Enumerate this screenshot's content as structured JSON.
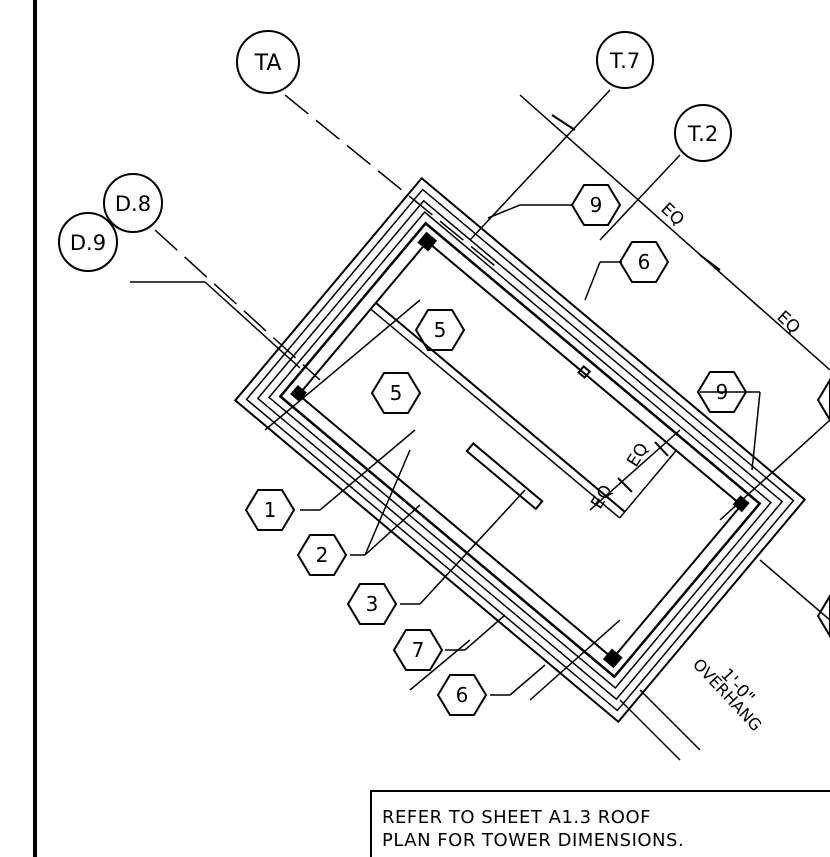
{
  "grid_bubbles": {
    "TA": "TA",
    "T7": "T.7",
    "T2": "T.2",
    "D8": "D.8",
    "D9": "D.9"
  },
  "keynote_tags": {
    "k9_top": "9",
    "k6_top": "6",
    "k5_upper": "5",
    "k5_lower": "5",
    "k9_right": "9",
    "k1": "1",
    "k2": "2",
    "k3": "3",
    "k7": "7",
    "k6_bottom": "6"
  },
  "dimensions": {
    "eq_1": "EQ",
    "eq_2": "EQ",
    "eq_3": "EQ",
    "eq_4": "EQ",
    "overhang_value": "1'-0\"",
    "overhang_label": "OVERHANG"
  },
  "note": {
    "line1": "REFER TO SHEET A1.3 ROOF",
    "line2": "PLAN FOR TOWER DIMENSIONS."
  }
}
